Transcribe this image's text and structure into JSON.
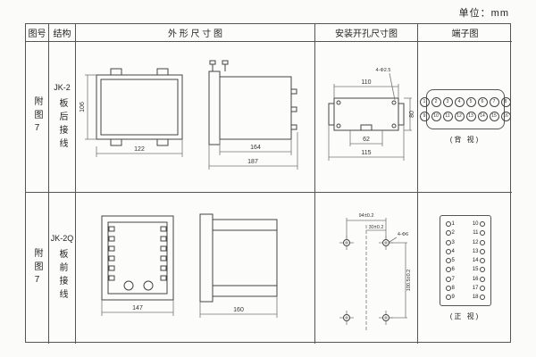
{
  "unit_label": "单位：mm",
  "header": {
    "fig": "图号",
    "struct": "结构",
    "outline": "外 形 尺 寸 图",
    "mounting": "安装开孔尺寸图",
    "terminal": "端子图"
  },
  "rows": [
    {
      "fig": "附图7",
      "model": "JK-2",
      "wiring": "板后接线",
      "outline": {
        "height": "106",
        "width": "122",
        "body_depth": "164",
        "total_depth": "187"
      },
      "mounting": {
        "top_width": "110",
        "holes_note": "4-Φ2.5",
        "side_height": "80",
        "inner_width": "62",
        "bottom_width": "115"
      },
      "terminal": {
        "view_label": "(背 视)",
        "top_row": [
          "1",
          "2",
          "3",
          "4",
          "5",
          "6",
          "7",
          "8"
        ],
        "bottom_row": [
          "9",
          "10",
          "11",
          "12",
          "13",
          "14",
          "15",
          "16"
        ]
      }
    },
    {
      "fig": "附图7",
      "model": "JK-2Q",
      "wiring": "板前接线",
      "outline": {
        "width": "147",
        "depth": "160"
      },
      "mounting": {
        "top_width": "94±0.2",
        "inner_offset": "30±0.2",
        "holes_note": "4-Φ6",
        "side_height": "100.5±0.2"
      },
      "terminal": {
        "view_label": "(正 视)",
        "pairs": [
          [
            "1",
            "10"
          ],
          [
            "2",
            "11"
          ],
          [
            "3",
            "12"
          ],
          [
            "4",
            "13"
          ],
          [
            "5",
            "14"
          ],
          [
            "6",
            "15"
          ],
          [
            "7",
            "16"
          ],
          [
            "8",
            "17"
          ],
          [
            "9",
            "18"
          ]
        ]
      }
    }
  ]
}
